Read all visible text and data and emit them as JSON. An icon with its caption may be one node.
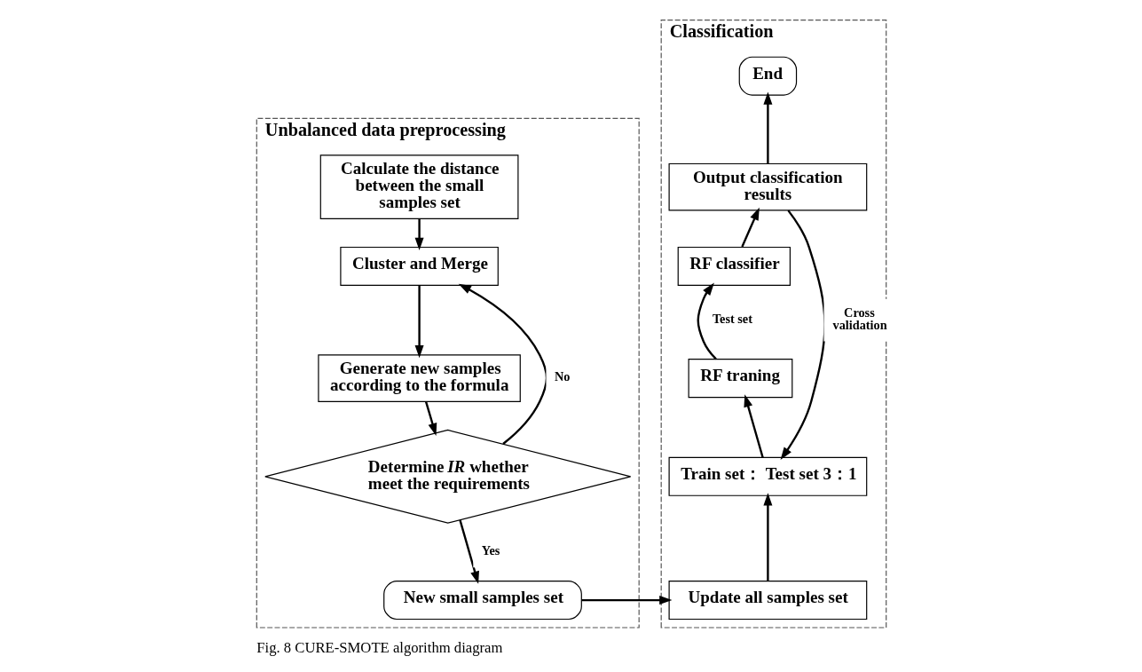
{
  "diagram": {
    "caption": "Fig. 8 CURE-SMOTE algorithm diagram",
    "nodes": [
      {
        "text": [
          "Unbalanced data preprocessing"
        ]
      },
      {
        "text": [
          "Calculate the distance between the small samples set"
        ],
        "in": 0
      },
      {
        "text": [
          "Cluster and Merge"
        ],
        "in": 0
      },
      {
        "text": [
          "Generate new samples according to the formula"
        ],
        "in": 0
      },
      {
        "text": [
          "Determine *IR* whether meet the requirements"
        ],
        "in": 0
      },
      {
        "text": [
          "New small samples set"
        ],
        "in": 0
      },
      {
        "text": [
          "Classification"
        ]
      },
      {
        "text": [
          "End"
        ],
        "in": 6
      },
      {
        "text": [
          "Output classification results"
        ],
        "in": 6
      },
      {
        "text": [
          "RF classifier"
        ],
        "in": 6
      },
      {
        "text": [
          "RF traning"
        ],
        "in": 6
      },
      {
        "text": [
          "Train set： Test set 3：1"
        ],
        "in": 6
      },
      {
        "text": [
          "Update all samples set"
        ],
        "in": 6
      }
    ],
    "edges": [
      {
        "from": 1,
        "to": 2,
        "arrow": "to"
      },
      {
        "from": 2,
        "to": 3,
        "arrow": "to"
      },
      {
        "from": 3,
        "to": 4,
        "arrow": "to"
      },
      {
        "from": 4,
        "to": 2,
        "arrow": "to",
        "label": "No"
      },
      {
        "from": 4,
        "to": 5,
        "arrow": "to",
        "label": "Yes"
      },
      {
        "from": 5,
        "to": 12,
        "arrow": "to"
      },
      {
        "from": 12,
        "to": 11,
        "arrow": "to"
      },
      {
        "from": 11,
        "to": 10,
        "arrow": "to"
      },
      {
        "from": 10,
        "to": 9,
        "arrow": "to",
        "label": "Test set"
      },
      {
        "from": 9,
        "to": 8,
        "arrow": "to"
      },
      {
        "from": 8,
        "to": 7,
        "arrow": "to"
      },
      {
        "from": 8,
        "to": 11,
        "arrow": "to",
        "label": "Cross validation"
      }
    ]
  }
}
